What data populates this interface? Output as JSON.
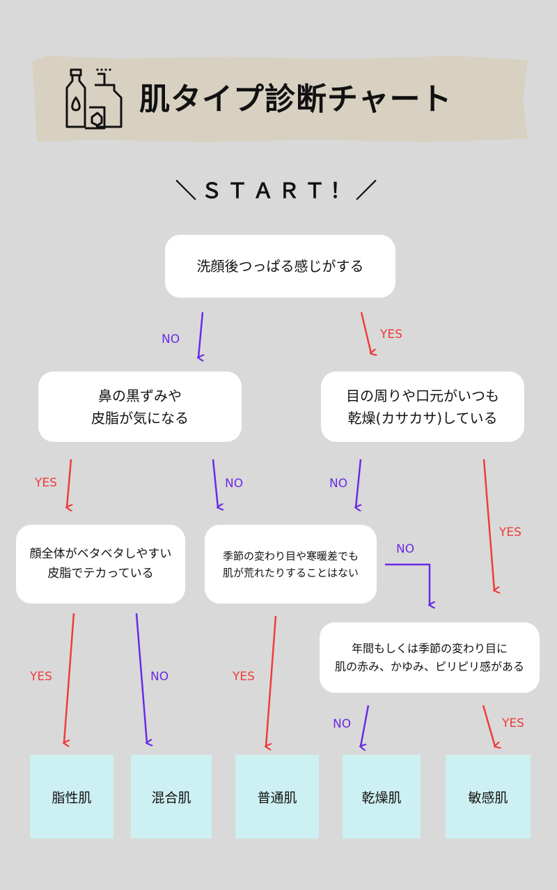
{
  "header": {
    "title": "肌タイプ診断チャート"
  },
  "start_label": "＼ＳＴＡＲＴ！／",
  "questions": {
    "q1": "洗顔後つっぱる感じがする",
    "q2": "鼻の黒ずみや\n皮脂が気になる",
    "q3": "目の周りや口元がいつも\n乾燥(カサカサ)している",
    "q4": "顔全体がベタベタしやすい\n皮脂でテカっている",
    "q5": "季節の変わり目や寒暖差でも\n肌が荒れたりすることはない",
    "q6": "年間もしくは季節の変わり目に\n肌の赤み、かゆみ、ピリピリ感がある"
  },
  "results": {
    "oily": "脂性肌",
    "combination": "混合肌",
    "normal": "普通肌",
    "dry": "乾燥肌",
    "sensitive": "敏感肌"
  },
  "labels": {
    "yes": "YES",
    "no": "NO"
  },
  "colors": {
    "yes": "#ef3b3b",
    "no": "#6a2be6",
    "result_bg": "#cdf0f2",
    "background": "#d9d9d9"
  }
}
